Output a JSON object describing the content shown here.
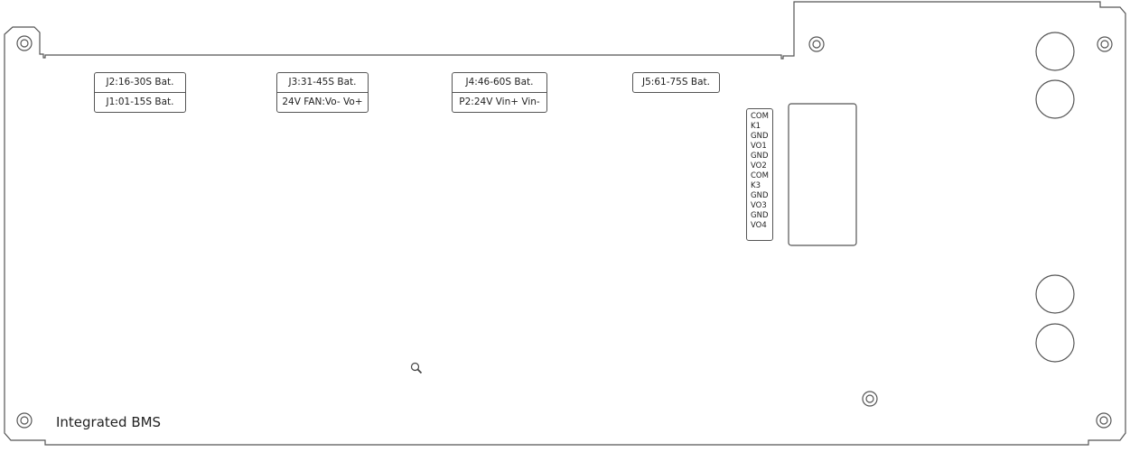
{
  "connectors": [
    {
      "top": "J2:16-30S Bat.",
      "bottom": "J1:01-15S Bat."
    },
    {
      "top": "J3:31-45S Bat.",
      "bottom": "24V FAN:Vo- Vo+"
    },
    {
      "top": "J4:46-60S Bat.",
      "bottom": "P2:24V Vin+ Vin-"
    },
    {
      "top": "J5:61-75S Bat."
    }
  ],
  "pins": [
    "COM",
    "K1",
    "GND",
    "VO1",
    "GND",
    "VO2",
    "COM",
    "K3",
    "GND",
    "VO3",
    "GND",
    "VO4"
  ],
  "board_title": "Integrated BMS",
  "icons": {
    "zoom": "magnifier-icon"
  }
}
